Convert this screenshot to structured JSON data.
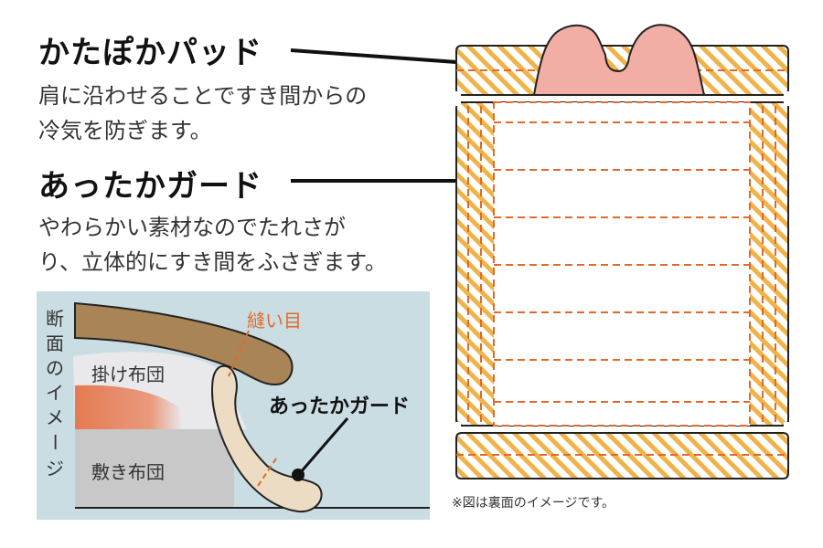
{
  "callouts": {
    "pad": {
      "title": "かたぽかパッド",
      "desc_line1": "肩に沿わせることですき間からの",
      "desc_line2": "冷気を防ぎます。"
    },
    "guard": {
      "title": "あったかガード",
      "desc_line1": "やわらかい素材なのでたれさが",
      "desc_line2": "り、立体的にすき間をふさぎます。"
    }
  },
  "cross_section": {
    "vertical_label": [
      "断",
      "面",
      "の",
      "イ",
      "メ",
      "ー",
      "ジ"
    ],
    "seam_label": "縫い目",
    "upper_futon_label": "掛け布団",
    "lower_futon_label": "敷き布団",
    "guard_label": "あったかガード"
  },
  "note": "※図は裏面のイメージです。",
  "colors": {
    "pad_fill": "#f2ada4",
    "stripe": "#f0b34a",
    "stitch": "#e06a2a",
    "panel_bg": "#c9dde2",
    "upper_futon": "#a98456",
    "guard_fill": "#ecdcc4",
    "lower_futon": "#c8c8c8"
  }
}
